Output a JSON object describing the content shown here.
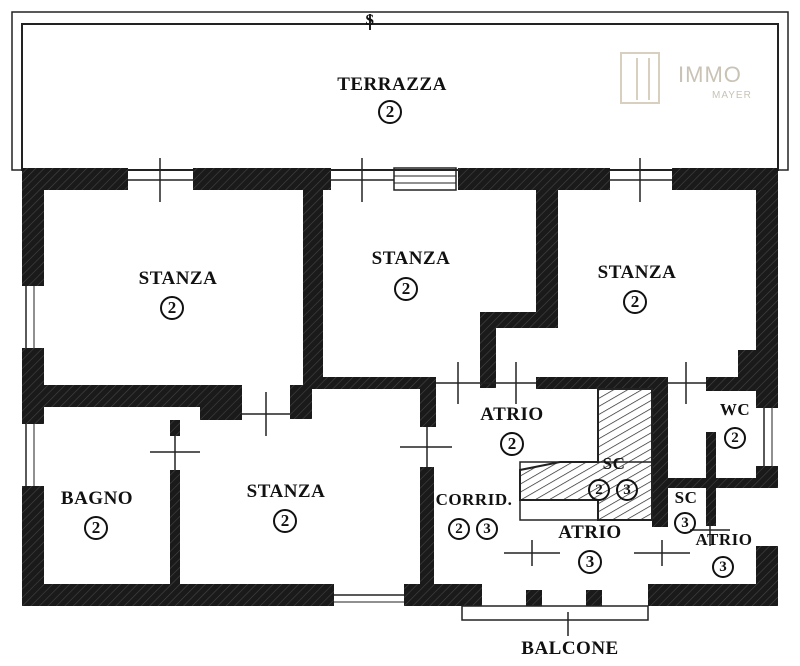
{
  "plan": {
    "north_mark": "S",
    "rooms": [
      {
        "name": "TERRAZZA",
        "badges": [
          "2"
        ]
      },
      {
        "name": "STANZA",
        "badges": [
          "2"
        ]
      },
      {
        "name": "STANZA",
        "badges": [
          "2"
        ]
      },
      {
        "name": "STANZA",
        "badges": [
          "2"
        ]
      },
      {
        "name": "BAGNO",
        "badges": [
          "2"
        ]
      },
      {
        "name": "STANZA",
        "badges": [
          "2"
        ]
      },
      {
        "name": "ATRIO",
        "badges": [
          "2"
        ]
      },
      {
        "name": "WC",
        "badges": [
          "2"
        ]
      },
      {
        "name": "SC",
        "badges": [
          "2",
          "3"
        ]
      },
      {
        "name": "SC",
        "badges": [
          "3"
        ]
      },
      {
        "name": "CORRID.",
        "badges": [
          "2",
          "3"
        ]
      },
      {
        "name": "ATRIO",
        "badges": [
          "3"
        ]
      },
      {
        "name": "ATRIO",
        "badges": [
          "3"
        ]
      },
      {
        "name": "BALCONE",
        "badges": []
      }
    ]
  },
  "watermark": {
    "line1": "IMMO",
    "line2": "MAYER"
  },
  "colors": {
    "wall": "#1a1a1a",
    "line": "#222222",
    "watermark": "#c9c3b6"
  }
}
